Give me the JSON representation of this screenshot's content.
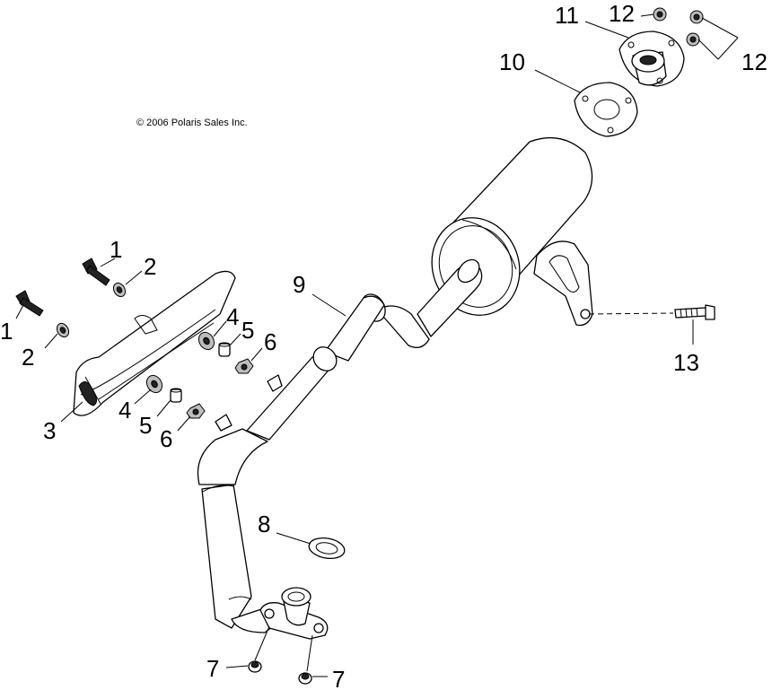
{
  "copyright": "© 2006 Polaris Sales Inc.",
  "callouts": {
    "c1a": "1",
    "c1b": "1",
    "c2a": "2",
    "c2b": "2",
    "c3": "3",
    "c4a": "4",
    "c4b": "4",
    "c5a": "5",
    "c5b": "5",
    "c6a": "6",
    "c6b": "6",
    "c7a": "7",
    "c7b": "7",
    "c8": "8",
    "c9": "9",
    "c10": "10",
    "c11": "11",
    "c12a": "12",
    "c12b": "12",
    "c13": "13"
  }
}
